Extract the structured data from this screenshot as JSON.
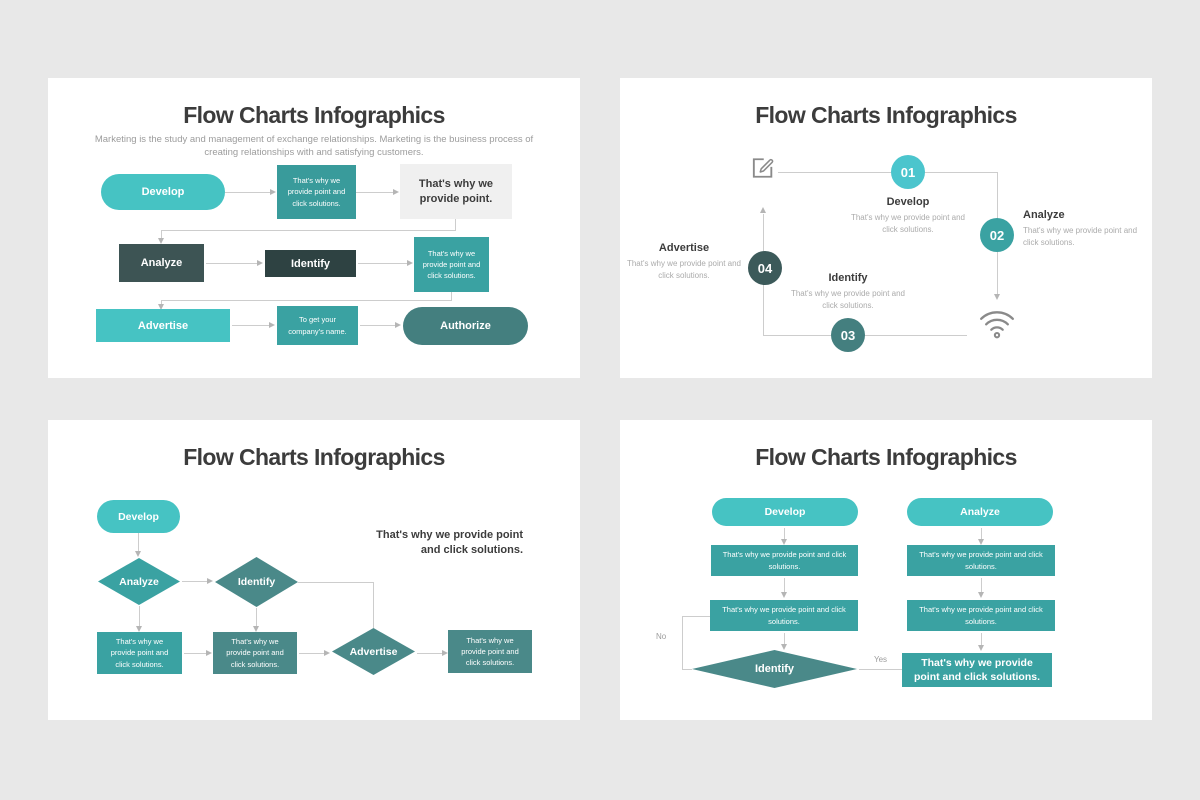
{
  "palette": {
    "bg": "#E8E8E8",
    "slide": "#FFFFFF",
    "ink": "#3C3C3C",
    "muted": "#9C9C9C",
    "line": "#CDCDCD",
    "arrow": "#B5B5B5",
    "graybox": "#F0F0F0",
    "icon": "#8A8A8A",
    "teal-bright": "#46C3C3",
    "circle1": "#4BC5CD",
    "teal-box": "#399B9B",
    "teal-medium": "#3AA2A2",
    "teal-dim": "#4A8989",
    "teal-deep": "#447F7F",
    "slate": "#3D5454",
    "slate-deep": "#2E4242",
    "slate-circle": "#3C5A5A"
  },
  "slide1": {
    "title": "Flow Charts Infographics",
    "subtitle": "Marketing is the study and management of exchange relationships. Marketing is the business process of creating relationships with and satisfying customers.",
    "develop": "Develop",
    "why_box_1": "That's why we provide point and click solutions.",
    "gray_note": "That's why we provide point.",
    "analyze": "Analyze",
    "identify": "Identify",
    "why_box_2": "That's why we provide point and click solutions.",
    "advertise": "Advertise",
    "company_box": "To get your company's name.",
    "authorize": "Authorize"
  },
  "slide2": {
    "title": "Flow Charts Infographics",
    "steps": [
      {
        "num": "01",
        "label": "Develop",
        "desc": "That's why we provide point and click solutions."
      },
      {
        "num": "02",
        "label": "Analyze",
        "desc": "That's why we provide point and click solutions."
      },
      {
        "num": "03",
        "label": "Identify",
        "desc": "That's why we provide point and click solutions."
      },
      {
        "num": "04",
        "label": "Advertise",
        "desc": "That's why we provide point and click solutions."
      }
    ],
    "icons": {
      "top_left": "edit-compose-icon",
      "bottom_right": "wifi-icon"
    }
  },
  "slide3": {
    "title": "Flow Charts Infographics",
    "note": "That's why we provide point and click solutions.",
    "develop": "Develop",
    "analyze": "Analyze",
    "identify": "Identify",
    "advertise": "Advertise",
    "why_box_1": "That's why we provide point and click solutions.",
    "why_box_2": "That's why we provide point and click solutions.",
    "why_box_3": "That's why we provide point and click solutions."
  },
  "slide4": {
    "title": "Flow Charts Infographics",
    "develop": "Develop",
    "analyze": "Analyze",
    "left_box_1": "That's why we provide point and click solutions.",
    "left_box_2": "That's why we provide point and click solutions.",
    "right_box_1": "That's why we provide point and click solutions.",
    "right_box_2": "That's why we provide point and click solutions.",
    "identify": "Identify",
    "result_box": "That's why we provide point and click solutions.",
    "no_label": "No",
    "yes_label": "Yes"
  }
}
